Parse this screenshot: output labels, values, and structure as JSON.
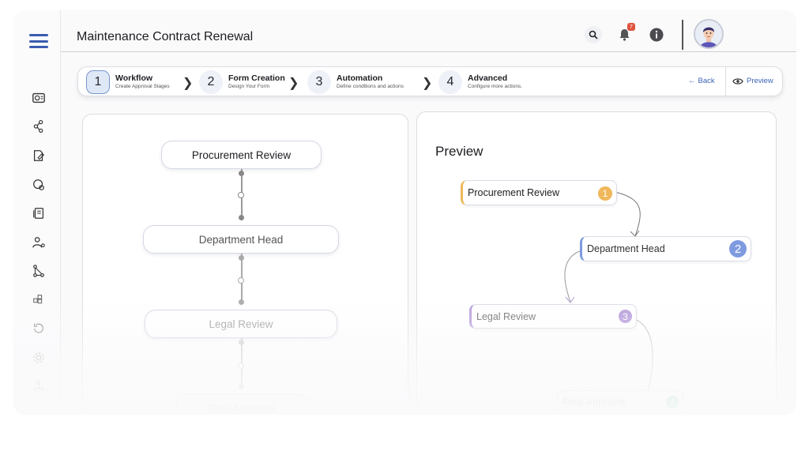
{
  "header": {
    "title": "Maintenance Contract Renewal",
    "notification_count": "7"
  },
  "sidebar": {
    "icons": [
      "dashboard-icon",
      "workflow-icon",
      "form-edit-icon",
      "automation-icon",
      "document-icon",
      "user-settings-icon",
      "hierarchy-icon",
      "components-icon",
      "history-icon",
      "settings-icon",
      "network-icon"
    ]
  },
  "stepper": {
    "steps": [
      {
        "num": "1",
        "title": "Workflow",
        "sub": "Create Approval Stages"
      },
      {
        "num": "2",
        "title": "Form Creation",
        "sub": "Design Your Form"
      },
      {
        "num": "3",
        "title": "Automation",
        "sub": "Define conditions and actions"
      },
      {
        "num": "4",
        "title": "Advanced",
        "sub": "Configure more actions."
      }
    ],
    "back_label": "Back",
    "preview_label": "Preview"
  },
  "workflow": {
    "stages": [
      "Procurement Review",
      "Department Head",
      "Legal Review",
      "Final Approval"
    ]
  },
  "preview": {
    "title": "Preview",
    "nodes": [
      {
        "label": "Procurement Review",
        "num": "1",
        "color": "#f0b85a"
      },
      {
        "label": "Department Head",
        "num": "2",
        "color": "#7e9be0"
      },
      {
        "label": "Legal Review",
        "num": "3",
        "color": "#b49ad9"
      },
      {
        "label": "Final Approval",
        "num": "4",
        "color": "#7fcf9a"
      }
    ]
  },
  "colors": {
    "accent": "#3b5bb0",
    "link": "#3b64b5"
  }
}
